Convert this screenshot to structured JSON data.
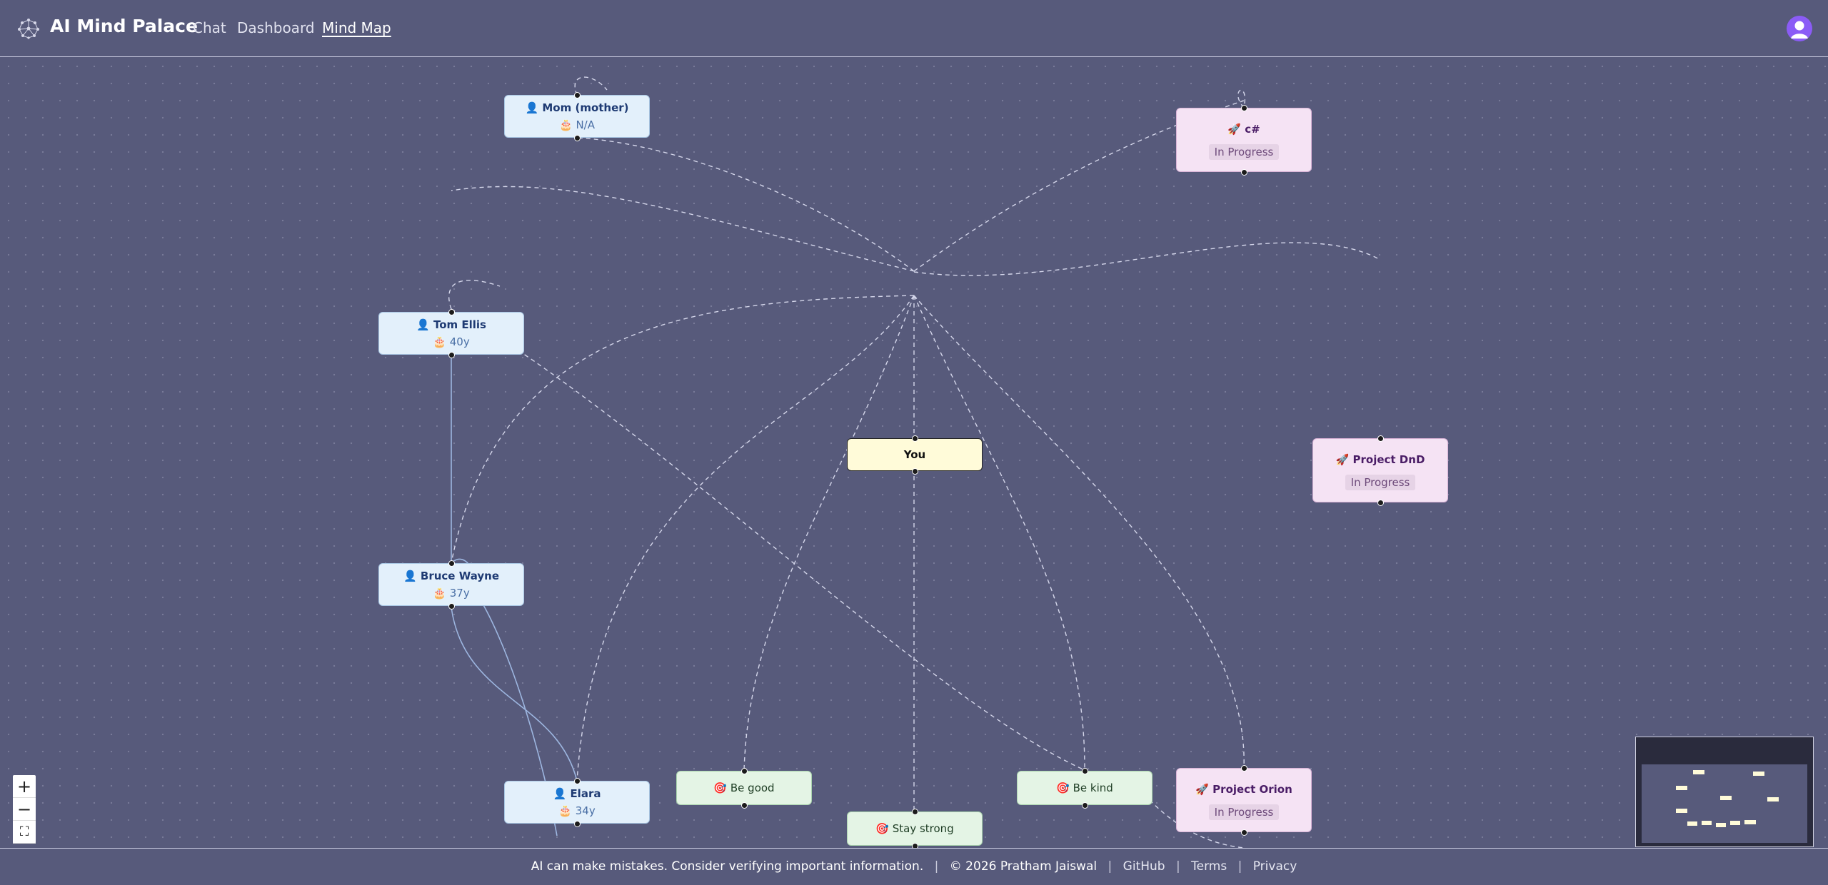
{
  "header": {
    "title": "AI Mind Palace",
    "nav": [
      "Chat",
      "Dashboard",
      "Mind Map"
    ],
    "active_nav": "Mind Map"
  },
  "nodes": {
    "mom": {
      "title": "Mom (mother)",
      "sub": "N/A"
    },
    "tom": {
      "title": "Tom Ellis",
      "sub": "40y"
    },
    "bruce": {
      "title": "Bruce Wayne",
      "sub": "37y"
    },
    "elara": {
      "title": "Elara",
      "sub": "34y"
    },
    "you": {
      "title": "You"
    },
    "csharp": {
      "title": "c#",
      "sub": "In Progress"
    },
    "dnd": {
      "title": "Project DnD",
      "sub": "In Progress"
    },
    "orion": {
      "title": "Project Orion",
      "sub": "In Progress"
    },
    "be_good": {
      "title": "Be good"
    },
    "stay_strong": {
      "title": "Stay strong"
    },
    "be_kind": {
      "title": "Be kind"
    }
  },
  "icons": {
    "person": "person-icon",
    "age": "cake-icon",
    "project": "rocket-icon",
    "goal": "target-icon"
  },
  "controls": {
    "zoom_in": "+",
    "zoom_out": "−",
    "fit": "⛶"
  },
  "footer": {
    "disclaimer": "AI can make mistakes. Consider verifying important information.",
    "copyright": "© 2026 Pratham Jaiswal",
    "links": [
      "GitHub",
      "Terms",
      "Privacy"
    ]
  },
  "colors": {
    "background": "#575a7b",
    "person_node": "#e3f0fb",
    "project_node": "#f5e3f4",
    "goal_node": "#e4f4e5",
    "self_node": "#fffbd9",
    "avatar": "#8b5cf6"
  }
}
